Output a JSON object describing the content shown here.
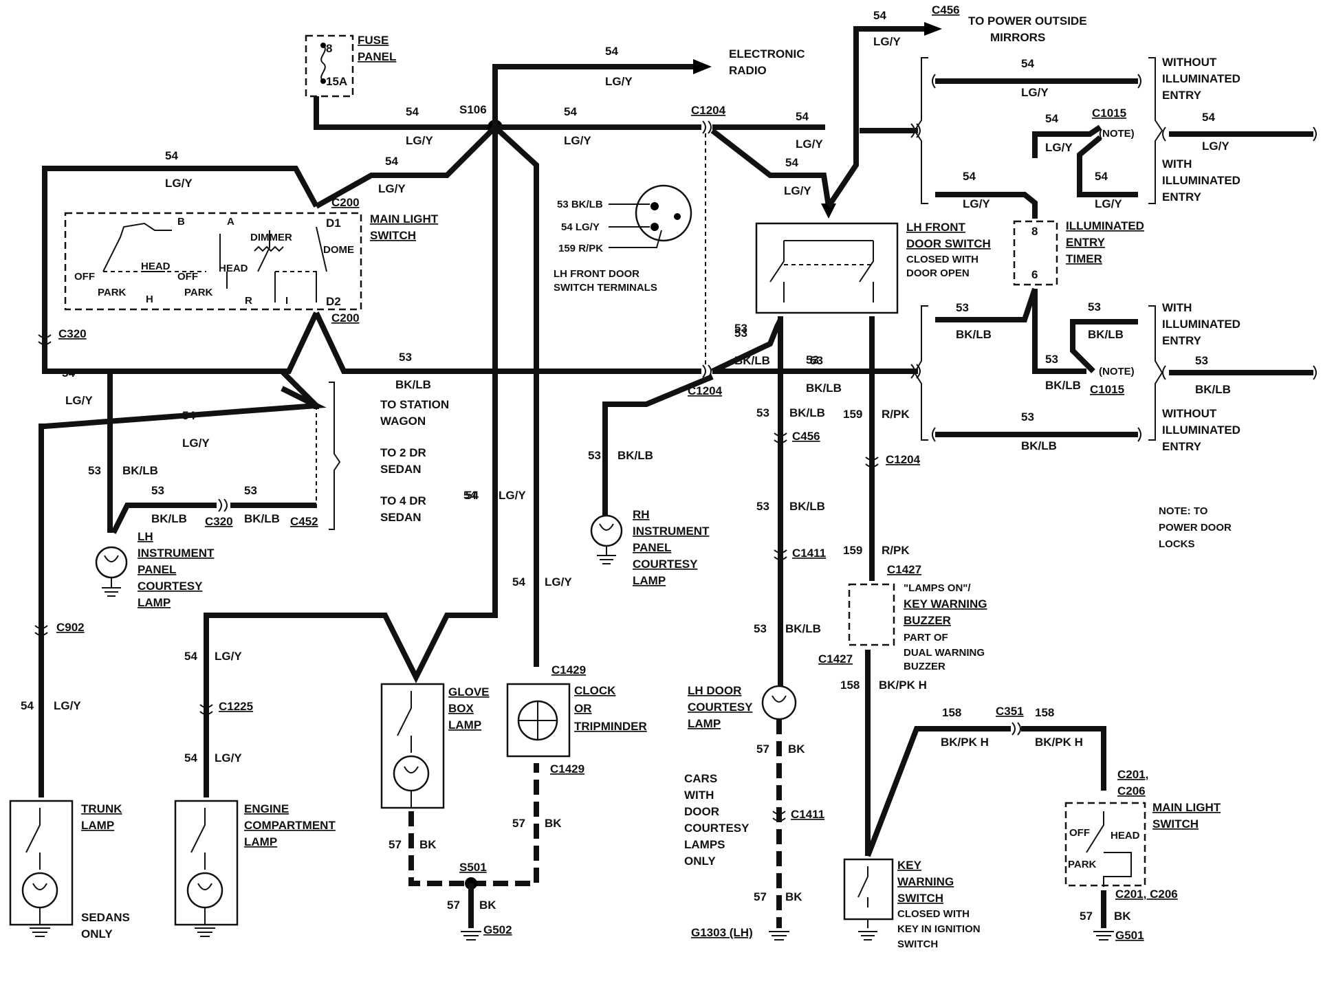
{
  "fuse": {
    "number": "8",
    "rating": "15A",
    "label_1": "FUSE",
    "label_2": "PANEL"
  },
  "splices": {
    "s106": "S106",
    "s501": "S501"
  },
  "radio": {
    "line_1": "ELECTRONIC",
    "line_2": "RADIO"
  },
  "outside_mirrors": {
    "connector": "C456",
    "line_1": "TO POWER OUTSIDE",
    "line_2": "MIRRORS"
  },
  "wires": {
    "c54": "54",
    "lgy": "LG/Y",
    "c53": "53",
    "bklb": "BK/LB",
    "c57": "57",
    "bk": "BK",
    "c158": "158",
    "bkpkh": "BK/PK H",
    "c159": "159",
    "rpk": "R/PK"
  },
  "connectors": {
    "c200": "C200",
    "c320": "C320",
    "c452": "C452",
    "c902": "C902",
    "c1225": "C1225",
    "c1204": "C1204",
    "c456": "C456",
    "c1411": "C1411",
    "c1427": "C1427",
    "c1429": "C1429",
    "c1015": "C1015",
    "c351": "C351",
    "c201_206a": "C201,",
    "c201_206b": "C206",
    "c201_c206": "C201, C206"
  },
  "grounds": {
    "g502": "G502",
    "g1303": "G1303 (LH)",
    "g501": "G501"
  },
  "main_light_switch": {
    "label_1": "MAIN LIGHT",
    "label_2": "SWITCH",
    "terminals": {
      "b": "B",
      "a": "A",
      "h": "H",
      "r": "R",
      "i": "I",
      "d1": "D1",
      "d2": "D2"
    },
    "positions": {
      "off": "OFF",
      "head": "HEAD",
      "park": "PARK",
      "dimmer": "DIMMER",
      "dome": "DOME"
    }
  },
  "door_switch_terminals": {
    "t1": "53 BK/LB",
    "t2": "54 LG/Y",
    "t3": "159 R/PK",
    "label_1": "LH FRONT DOOR",
    "label_2": "SWITCH TERMINALS"
  },
  "lh_front_door_switch": {
    "line_1": "LH FRONT",
    "line_2": "DOOR SWITCH",
    "line_3": "CLOSED WITH",
    "line_4": "DOOR OPEN"
  },
  "timer": {
    "line_1": "ILLUMINATED",
    "line_2": "ENTRY",
    "line_3": "TIMER",
    "pin_top": "8",
    "pin_bottom": "6"
  },
  "options": {
    "without_1": "WITHOUT",
    "without_2": "ILLUMINATED",
    "without_3": "ENTRY",
    "with_1": "WITH",
    "with_2": "ILLUMINATED",
    "with_3": "ENTRY",
    "note_tag": "(NOTE)"
  },
  "note": {
    "line_1": "NOTE: TO",
    "line_2": "POWER DOOR",
    "line_3": "LOCKS"
  },
  "body_styles": {
    "station_1": "TO STATION",
    "station_2": "WAGON",
    "two_dr_1": "TO 2 DR",
    "two_dr_2": "SEDAN",
    "four_dr_1": "TO 4 DR",
    "four_dr_2": "SEDAN"
  },
  "lamps": {
    "lh_ip": [
      "LH",
      "INSTRUMENT",
      "PANEL",
      "COURTESY",
      "LAMP"
    ],
    "rh_ip": [
      "RH",
      "INSTRUMENT",
      "PANEL",
      "COURTESY",
      "LAMP"
    ],
    "trunk": [
      "TRUNK",
      "LAMP"
    ],
    "sedans_only": [
      "SEDANS",
      "ONLY"
    ],
    "engine": [
      "ENGINE",
      "COMPARTMENT",
      "LAMP"
    ],
    "glove": [
      "GLOVE",
      "BOX",
      "LAMP"
    ],
    "clock": [
      "CLOCK",
      "OR",
      "TRIPMINDER"
    ],
    "lh_door": [
      "LH DOOR",
      "COURTESY",
      "LAMP"
    ],
    "cars_with": [
      "CARS",
      "WITH",
      "DOOR",
      "COURTESY",
      "LAMPS",
      "ONLY"
    ]
  },
  "buzzer": {
    "line_1": "\"LAMPS ON\"/",
    "line_2": "KEY WARNING",
    "line_3": "BUZZER",
    "line_4": "PART OF",
    "line_5": "DUAL WARNING",
    "line_6": "BUZZER"
  },
  "key_warning": {
    "line_1": "KEY",
    "line_2": "WARNING",
    "line_3": "SWITCH",
    "line_4": "CLOSED WITH",
    "line_5": "KEY IN IGNITION",
    "line_6": "SWITCH"
  },
  "main_light_switch_2": {
    "label_1": "MAIN LIGHT",
    "label_2": "SWITCH",
    "off": "OFF",
    "head": "HEAD",
    "park": "PARK"
  }
}
